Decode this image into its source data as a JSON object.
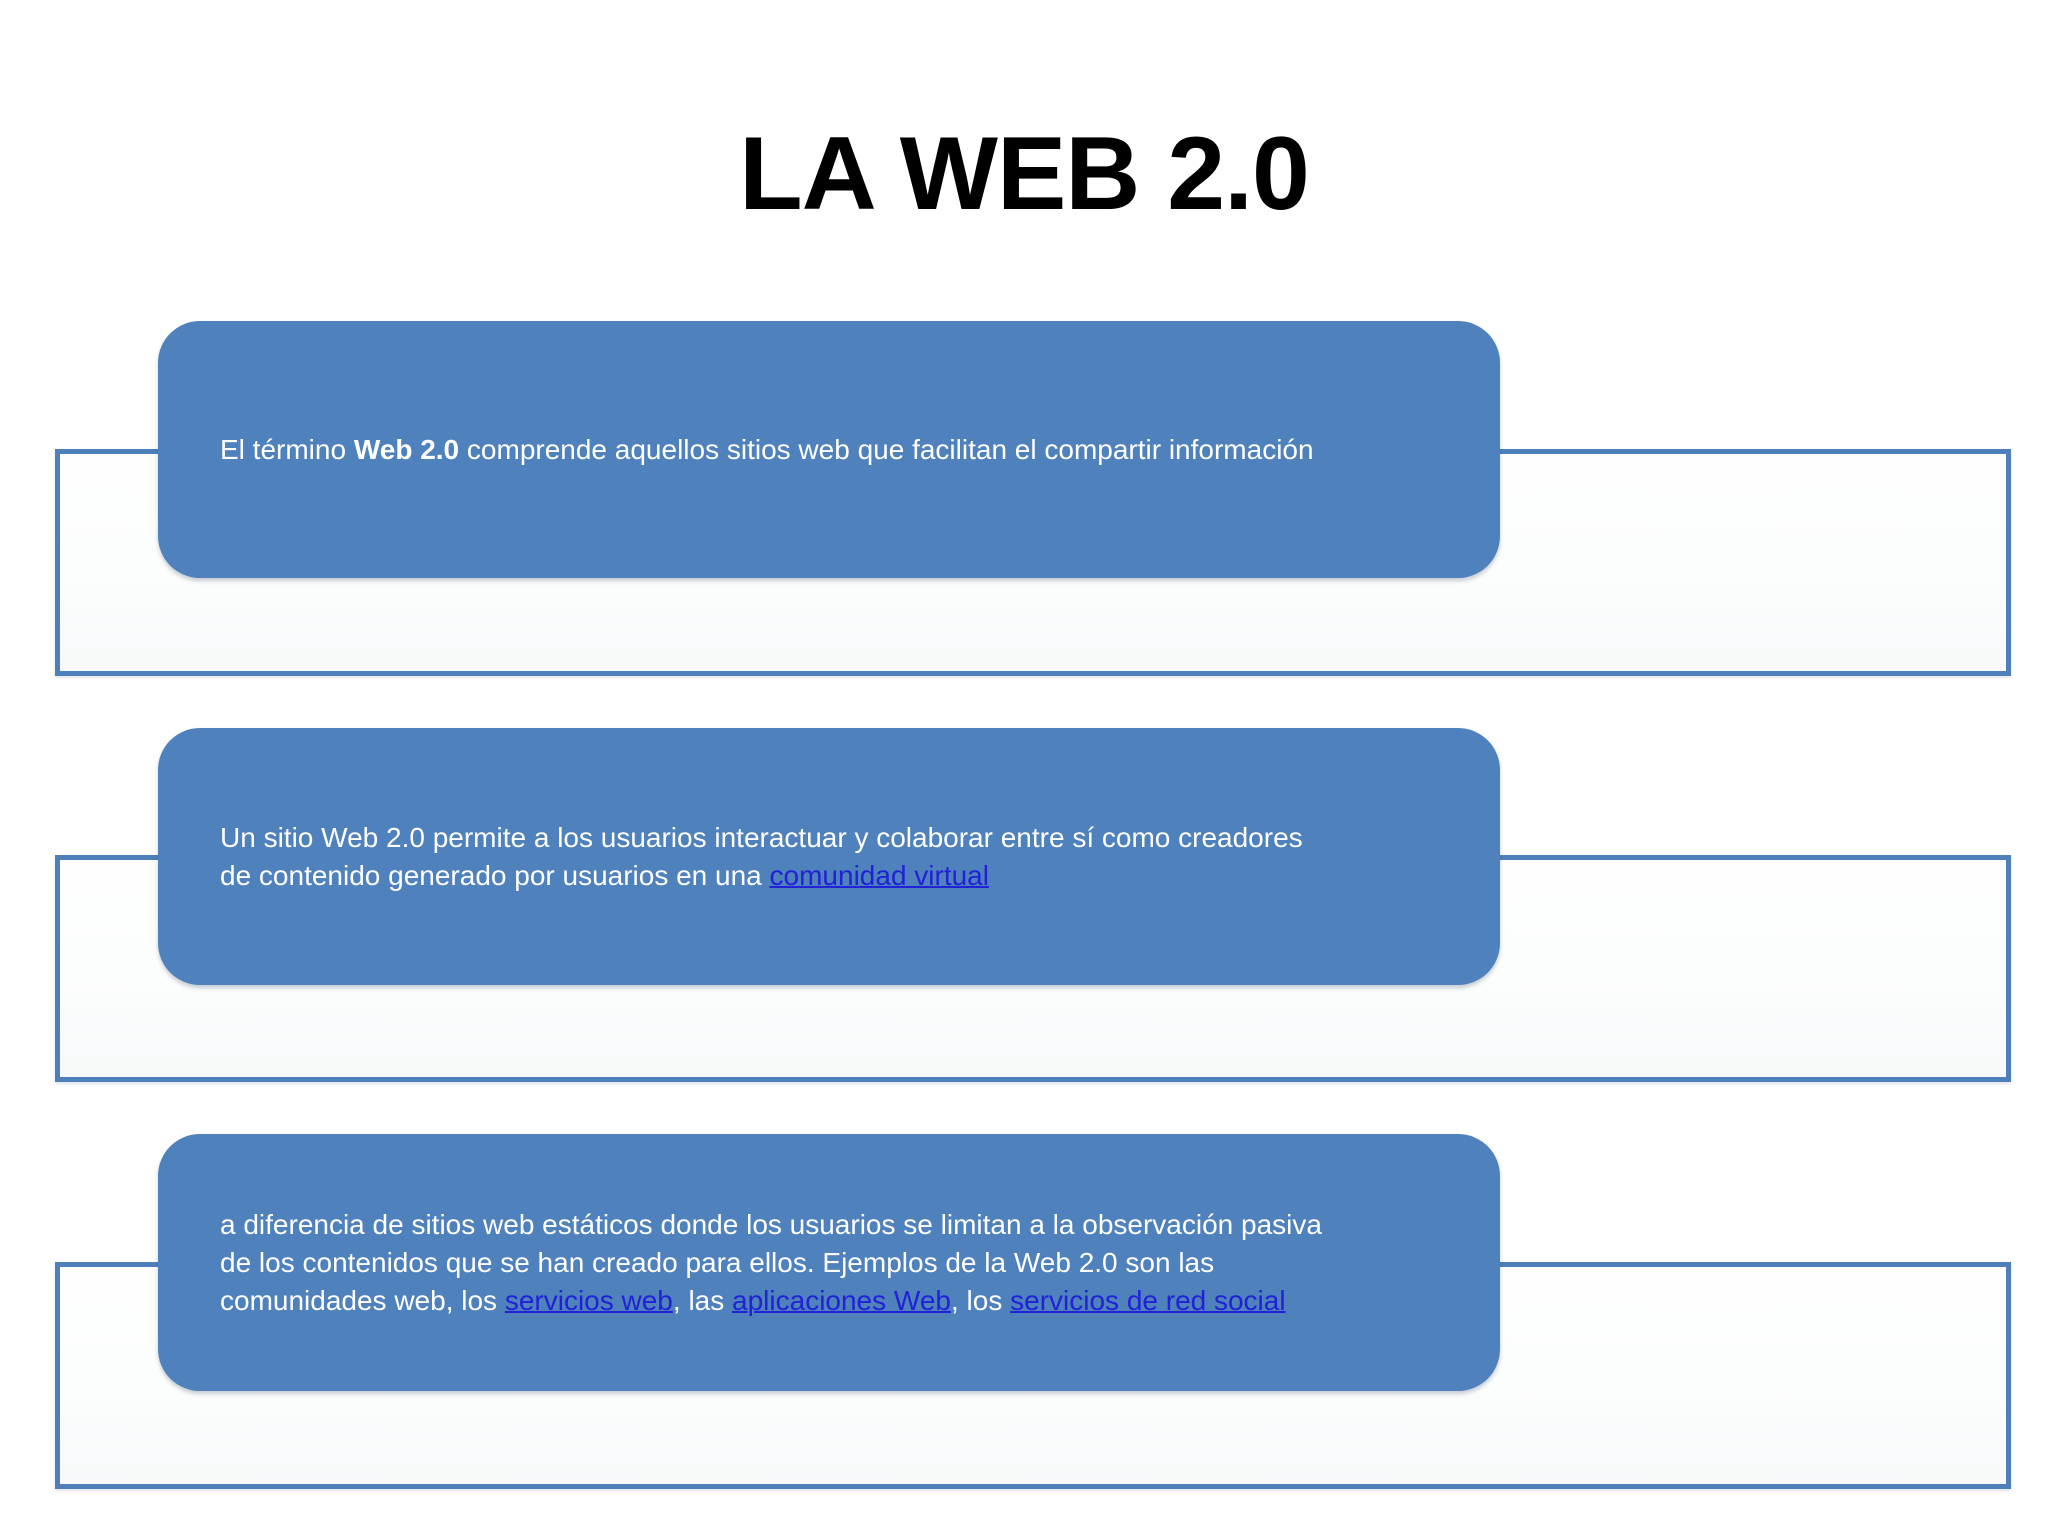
{
  "title": "LA WEB 2.0",
  "colors": {
    "box_fill": "#4f81bd",
    "frame_border": "#4d7fba",
    "box_text": "#ffffff",
    "link": "#2121d8",
    "title_text": "#000000",
    "background": "#ffffff"
  },
  "boxes": [
    {
      "lines": [
        {
          "segments": [
            {
              "text": "El término ",
              "style": "normal"
            },
            {
              "text": "Web 2.0",
              "style": "bold"
            },
            {
              "text": " comprende aquellos sitios web que facilitan el compartir información",
              "style": "normal"
            }
          ]
        }
      ]
    },
    {
      "lines": [
        {
          "segments": [
            {
              "text": "Un sitio Web 2.0 permite a los usuarios interactuar y colaborar entre sí como creadores",
              "style": "normal"
            }
          ]
        },
        {
          "segments": [
            {
              "text": "de contenido generado por usuarios en una ",
              "style": "normal"
            },
            {
              "text": "comunidad virtual",
              "style": "link"
            }
          ]
        }
      ]
    },
    {
      "lines": [
        {
          "segments": [
            {
              "text": "a diferencia de sitios web estáticos donde los usuarios se limitan a la observación pasiva",
              "style": "normal"
            }
          ]
        },
        {
          "segments": [
            {
              "text": "de los contenidos que se han creado para ellos. Ejemplos de la Web 2.0 son las",
              "style": "normal"
            }
          ]
        },
        {
          "segments": [
            {
              "text": "comunidades web, los ",
              "style": "normal"
            },
            {
              "text": "servicios web",
              "style": "link"
            },
            {
              "text": ", las ",
              "style": "normal"
            },
            {
              "text": "aplicaciones Web",
              "style": "link"
            },
            {
              "text": ", los ",
              "style": "normal"
            },
            {
              "text": "servicios de red social",
              "style": "link"
            }
          ]
        }
      ]
    }
  ]
}
